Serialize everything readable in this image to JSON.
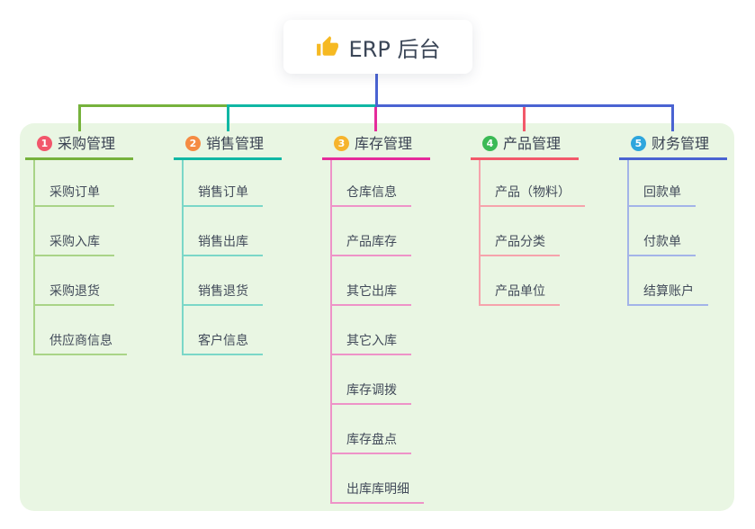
{
  "root": {
    "label": "ERP 后台",
    "icon": "thumbs-up"
  },
  "branches": [
    {
      "index": "1",
      "title": "采购管理",
      "badge_color": "#f2566b",
      "line_color": "#76b23c",
      "child_line_color": "#a9d487",
      "children": [
        "采购订单",
        "采购入库",
        "采购退货",
        "供应商信息"
      ]
    },
    {
      "index": "2",
      "title": "销售管理",
      "badge_color": "#f58b43",
      "line_color": "#10b7a4",
      "child_line_color": "#7bd7c8",
      "children": [
        "销售订单",
        "销售出库",
        "销售退货",
        "客户信息"
      ]
    },
    {
      "index": "3",
      "title": "库存管理",
      "badge_color": "#f6b42d",
      "line_color": "#e52b9b",
      "child_line_color": "#ee93c8",
      "children": [
        "仓库信息",
        "产品库存",
        "其它出库",
        "其它入库",
        "库存调拨",
        "库存盘点",
        "出库库明细"
      ]
    },
    {
      "index": "4",
      "title": "产品管理",
      "badge_color": "#3bba55",
      "line_color": "#f2596a",
      "child_line_color": "#f6a3ac",
      "children": [
        "产品（物料）",
        "产品分类",
        "产品单位"
      ]
    },
    {
      "index": "5",
      "title": "财务管理",
      "badge_color": "#2ea6dd",
      "line_color": "#4a63d2",
      "child_line_color": "#a3b4e8",
      "children": [
        "回款单",
        "付款单",
        "结算账户"
      ]
    }
  ],
  "colors": {
    "canvas_background": "#ffffff",
    "panel_background": "#e9f6e3",
    "root_connector": "#4a63d2",
    "root_text": "#3b4657",
    "node_text": "#424b5a",
    "thumb_icon": "#f6b922"
  }
}
